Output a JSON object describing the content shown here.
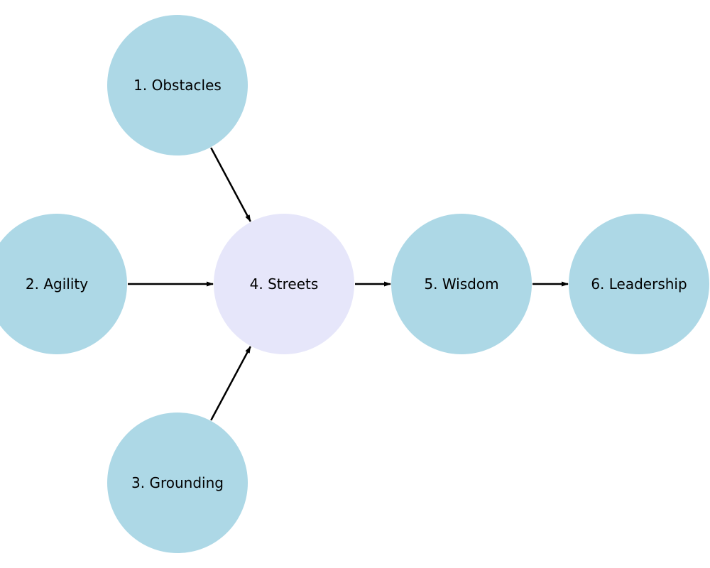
{
  "colors": {
    "node_default": "#add8e6",
    "node_highlight": "#e6e6fa",
    "edge": "#000000",
    "label": "#000000",
    "background": "#ffffff"
  },
  "diagram": {
    "nodes": [
      {
        "id": "obstacles",
        "label": "1. Obstacles",
        "highlight": false
      },
      {
        "id": "agility",
        "label": "2. Agility",
        "highlight": false
      },
      {
        "id": "grounding",
        "label": "3. Grounding",
        "highlight": false
      },
      {
        "id": "streets",
        "label": "4. Streets",
        "highlight": true
      },
      {
        "id": "wisdom",
        "label": "5. Wisdom",
        "highlight": false
      },
      {
        "id": "leadership",
        "label": "6. Leadership",
        "highlight": false
      }
    ],
    "edges": [
      {
        "from": "obstacles",
        "to": "streets"
      },
      {
        "from": "agility",
        "to": "streets"
      },
      {
        "from": "grounding",
        "to": "streets"
      },
      {
        "from": "streets",
        "to": "wisdom"
      },
      {
        "from": "wisdom",
        "to": "leadership"
      }
    ]
  }
}
